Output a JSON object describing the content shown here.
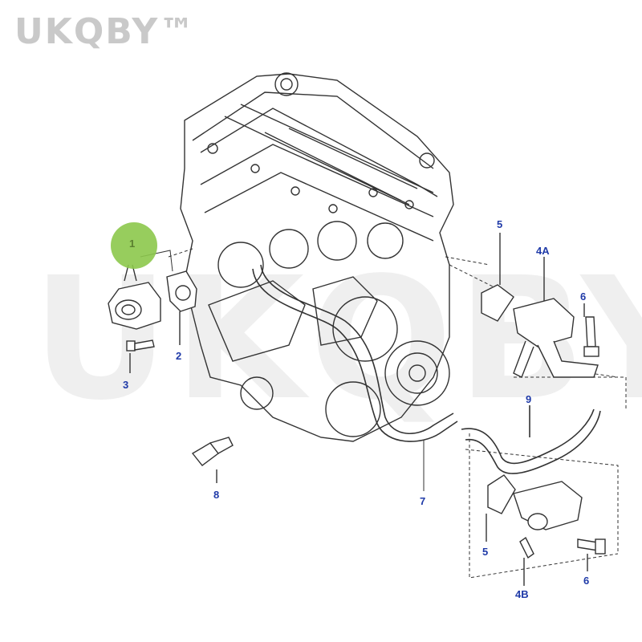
{
  "watermark": {
    "top_text": "UKQBY™",
    "big_text": "UKQBY™"
  },
  "colors": {
    "callout_text": "#1f3aa8",
    "highlight_circle": "#8cc84b",
    "line_art": "#333333"
  },
  "callouts": {
    "c1": "1",
    "c2": "2",
    "c3": "3",
    "c4a": "4A",
    "c4b": "4B",
    "c5a": "5",
    "c5b": "5",
    "c6a": "6",
    "c6b": "6",
    "c7": "7",
    "c8": "8",
    "c9": "9"
  },
  "parts": [
    {
      "id": "engine-block",
      "icon": "engine-icon"
    },
    {
      "id": "thermostat-housing",
      "icon": "housing-icon"
    },
    {
      "id": "gasket",
      "icon": "gasket-icon"
    },
    {
      "id": "bolt",
      "icon": "bolt-icon"
    },
    {
      "id": "water-outlet",
      "icon": "outlet-icon"
    },
    {
      "id": "bracket",
      "icon": "bracket-icon"
    },
    {
      "id": "hose",
      "icon": "hose-icon"
    },
    {
      "id": "sensor",
      "icon": "sensor-icon"
    }
  ]
}
